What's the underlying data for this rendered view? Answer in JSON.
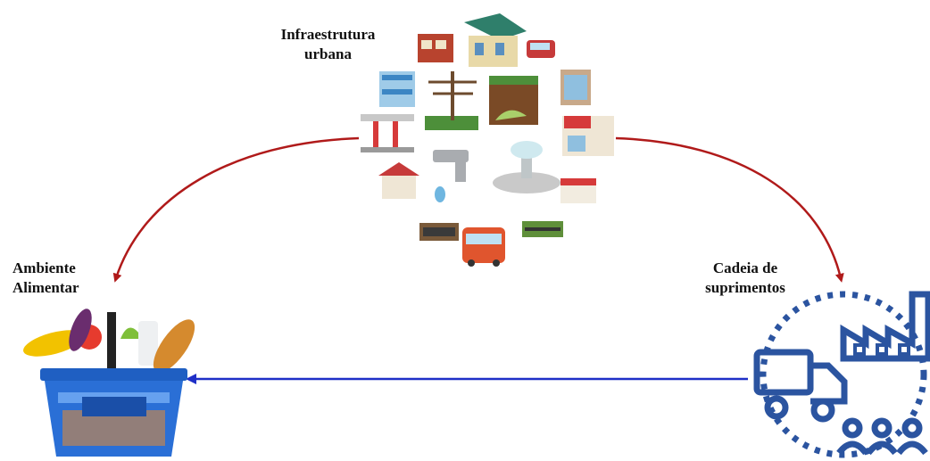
{
  "nodes": {
    "infrastructure": {
      "label": "Infraestrutura\nurbana"
    },
    "food_environment": {
      "label": "Ambiente\nAlimentar"
    },
    "supply_chain": {
      "label": "Cadeia de\nsuprimentos"
    }
  },
  "colors": {
    "curve_arrow": "#b01a1a",
    "straight_arrow": "#1f2fc7",
    "supply_icon": "#2b54a0",
    "basket": "#2a6fd6"
  },
  "icons": [
    "city-buildings-icon",
    "grocery-basket-icon",
    "supply-chain-icon"
  ]
}
